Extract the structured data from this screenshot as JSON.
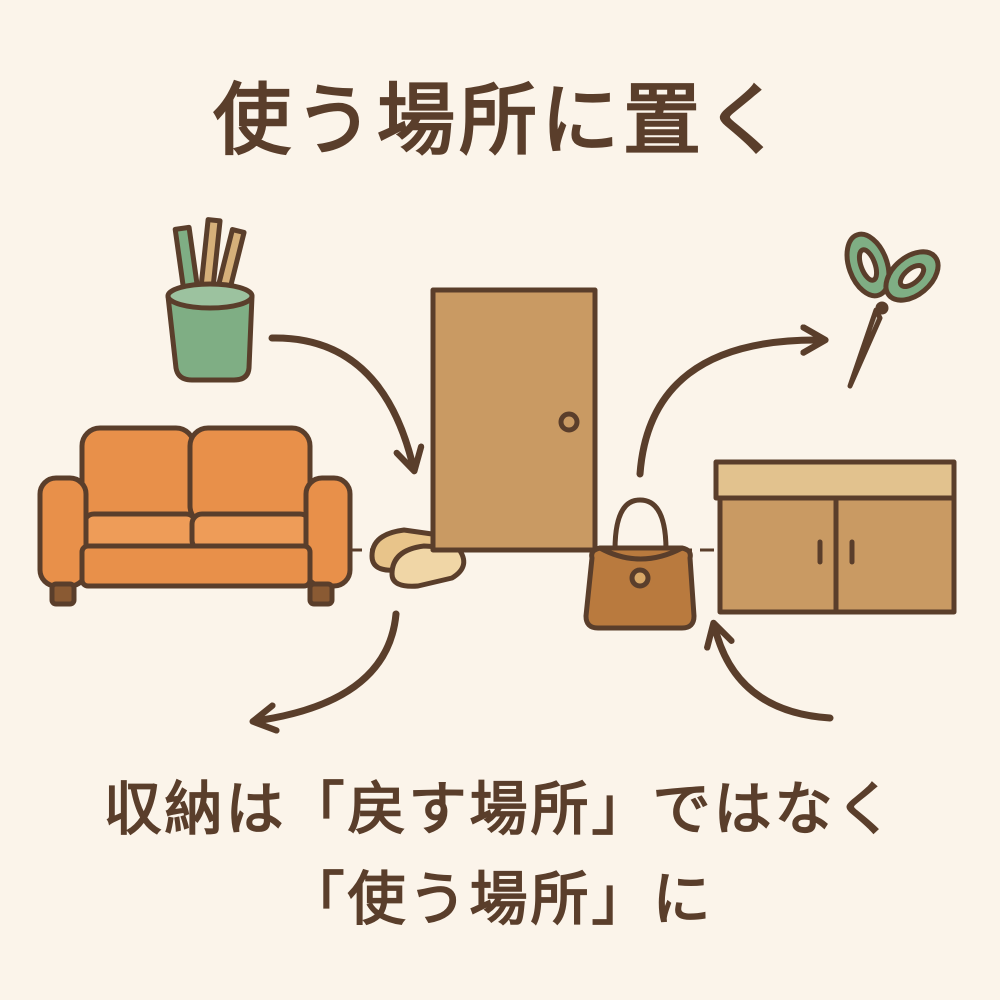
{
  "title": "使う場所に置く",
  "caption": {
    "line1": "収納は「戻す場所」ではなく",
    "line2": "「使う場所」に"
  },
  "colors": {
    "background": "#fbf4ea",
    "outline": "#5a3e2b",
    "sofa": "#e8904a",
    "door": "#c99a63",
    "cabinet": "#c99a63",
    "pencil_cup": "#7fae84",
    "scissors_handle": "#7fae84",
    "bag": "#b97a3e",
    "slippers": "#e8c48a"
  },
  "icons": [
    "pencil-cup-icon",
    "sofa-icon",
    "slippers-icon",
    "door-icon",
    "handbag-icon",
    "cabinet-icon",
    "scissors-icon"
  ]
}
